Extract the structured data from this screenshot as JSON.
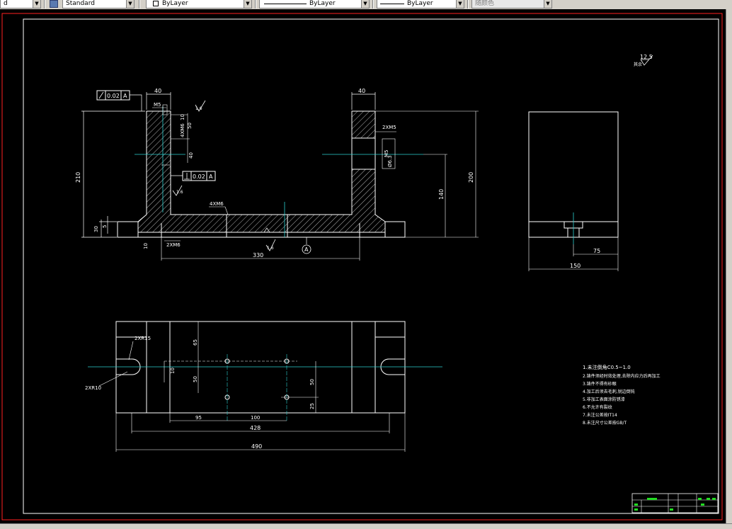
{
  "toolbar": {
    "text_style": "Standard",
    "layer": "ByLayer",
    "linetype": "ByLayer",
    "lineweight": "ByLayer",
    "color": "随颜色",
    "first_combo": "d"
  },
  "drawing": {
    "roughness_top": "12.5",
    "roughness_top_prefix": "其余",
    "front": {
      "dim_top_left": "40",
      "dim_top_right": "40",
      "thread_m5": "M5",
      "dim_10": "10",
      "dim_50": "50",
      "thread_4m6": "4XM6",
      "dim_40": "40",
      "dim_210": "210",
      "dim_30": "30",
      "dim_5": "5",
      "dim_10b": "10",
      "thread_2m6": "2XM6",
      "thread_4m6b": "4XM6",
      "dim_330": "330",
      "datum_a": "A",
      "dim_140": "140",
      "dim_200": "200",
      "thread_2m5": "2XM5",
      "thread_m5b": "M5",
      "dim_phi6": "Ø6.3",
      "rough_16": "1.6",
      "rough_16b": "1.6",
      "rough_16c": "1.6",
      "tol_flat_value": "0.02",
      "tol_flat_datum": "A",
      "tol_perp_value": "0.02",
      "tol_perp_datum": "A"
    },
    "side": {
      "dim_150": "150",
      "dim_75": "75"
    },
    "top": {
      "dim_2r15": "2XR15",
      "dim_2r10": "2XR10",
      "dim_65": "65",
      "dim_50": "50",
      "dim_50b": "50",
      "dim_25": "25",
      "dim_10": "10",
      "dim_95": "95",
      "dim_100": "100",
      "dim_428": "428",
      "dim_490": "490"
    },
    "notes": [
      "1.未注倒角C0.5~1.0",
      "2.铸件须经时效处理,去除内应力后再加工",
      "3.铸件不得有砂眼",
      "4.加工后须去毛刺,锐边倒钝",
      "5.非加工表面涂防锈漆",
      "6.不允许有裂纹",
      "7.未注公差按IT14",
      "8.未注尺寸公差按GB/T"
    ]
  }
}
